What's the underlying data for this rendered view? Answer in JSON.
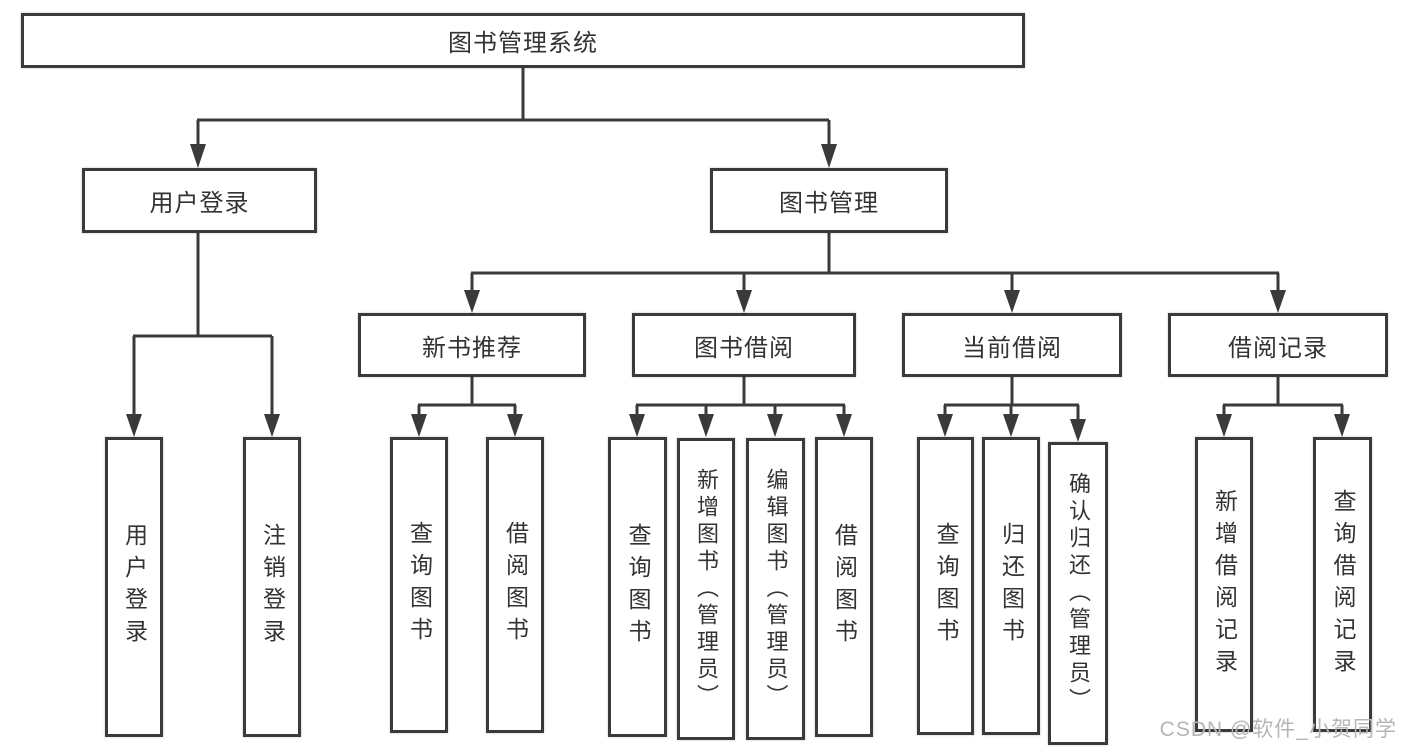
{
  "tree": {
    "label": "图书管理系统",
    "children": [
      {
        "label": "用户登录",
        "children": [
          {
            "label": "用户登录"
          },
          {
            "label": "注销登录"
          }
        ]
      },
      {
        "label": "图书管理",
        "children": [
          {
            "label": "新书推荐",
            "children": [
              {
                "label": "查询图书"
              },
              {
                "label": "借阅图书"
              }
            ]
          },
          {
            "label": "图书借阅",
            "children": [
              {
                "label": "查询图书"
              },
              {
                "label": "新增图书（管理员）"
              },
              {
                "label": "编辑图书（管理员）"
              },
              {
                "label": "借阅图书"
              }
            ]
          },
          {
            "label": "当前借阅",
            "children": [
              {
                "label": "查询图书"
              },
              {
                "label": "归还图书"
              },
              {
                "label": "确认归还（管理员）"
              }
            ]
          },
          {
            "label": "借阅记录",
            "children": [
              {
                "label": "新增借阅记录"
              },
              {
                "label": "查询借阅记录"
              }
            ]
          }
        ]
      }
    ]
  },
  "watermark": "CSDN @软件_小贺同学",
  "colors": {
    "line": "#3a3a3a",
    "text": "#333333",
    "bg": "#ffffff",
    "watermark": "#b5b5b5"
  }
}
